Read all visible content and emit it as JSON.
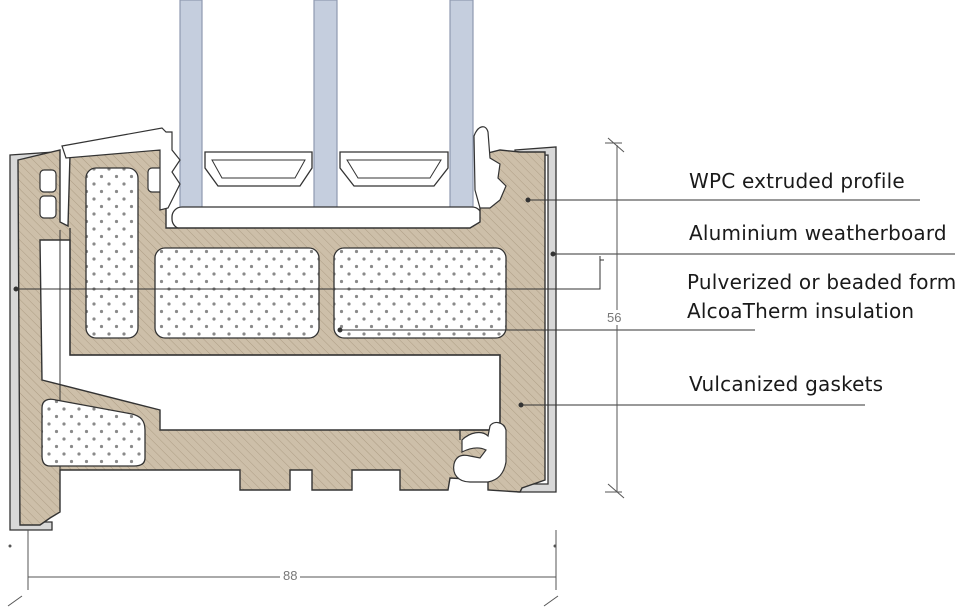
{
  "labels": {
    "wpc_profile": "WPC extruded profile",
    "weatherboard": "Aluminium weatherboard",
    "insulation_line1": "Pulverized or beaded form",
    "insulation_line2": "AlcoaTherm insulation",
    "gaskets": "Vulcanized gaskets"
  },
  "dimensions": {
    "width": "88",
    "height": "56"
  },
  "colors": {
    "wpc": "#cdbfa9",
    "hatch": "#a89880",
    "outline": "#333333",
    "glass": "#c5cede",
    "glass_edge": "#8f9ab0",
    "aluminium": "#d8d8d8",
    "insulation_bg": "#ffffff",
    "insulation_dot": "#8a8a8a",
    "leader": "#333333",
    "dimension": "#555555"
  }
}
